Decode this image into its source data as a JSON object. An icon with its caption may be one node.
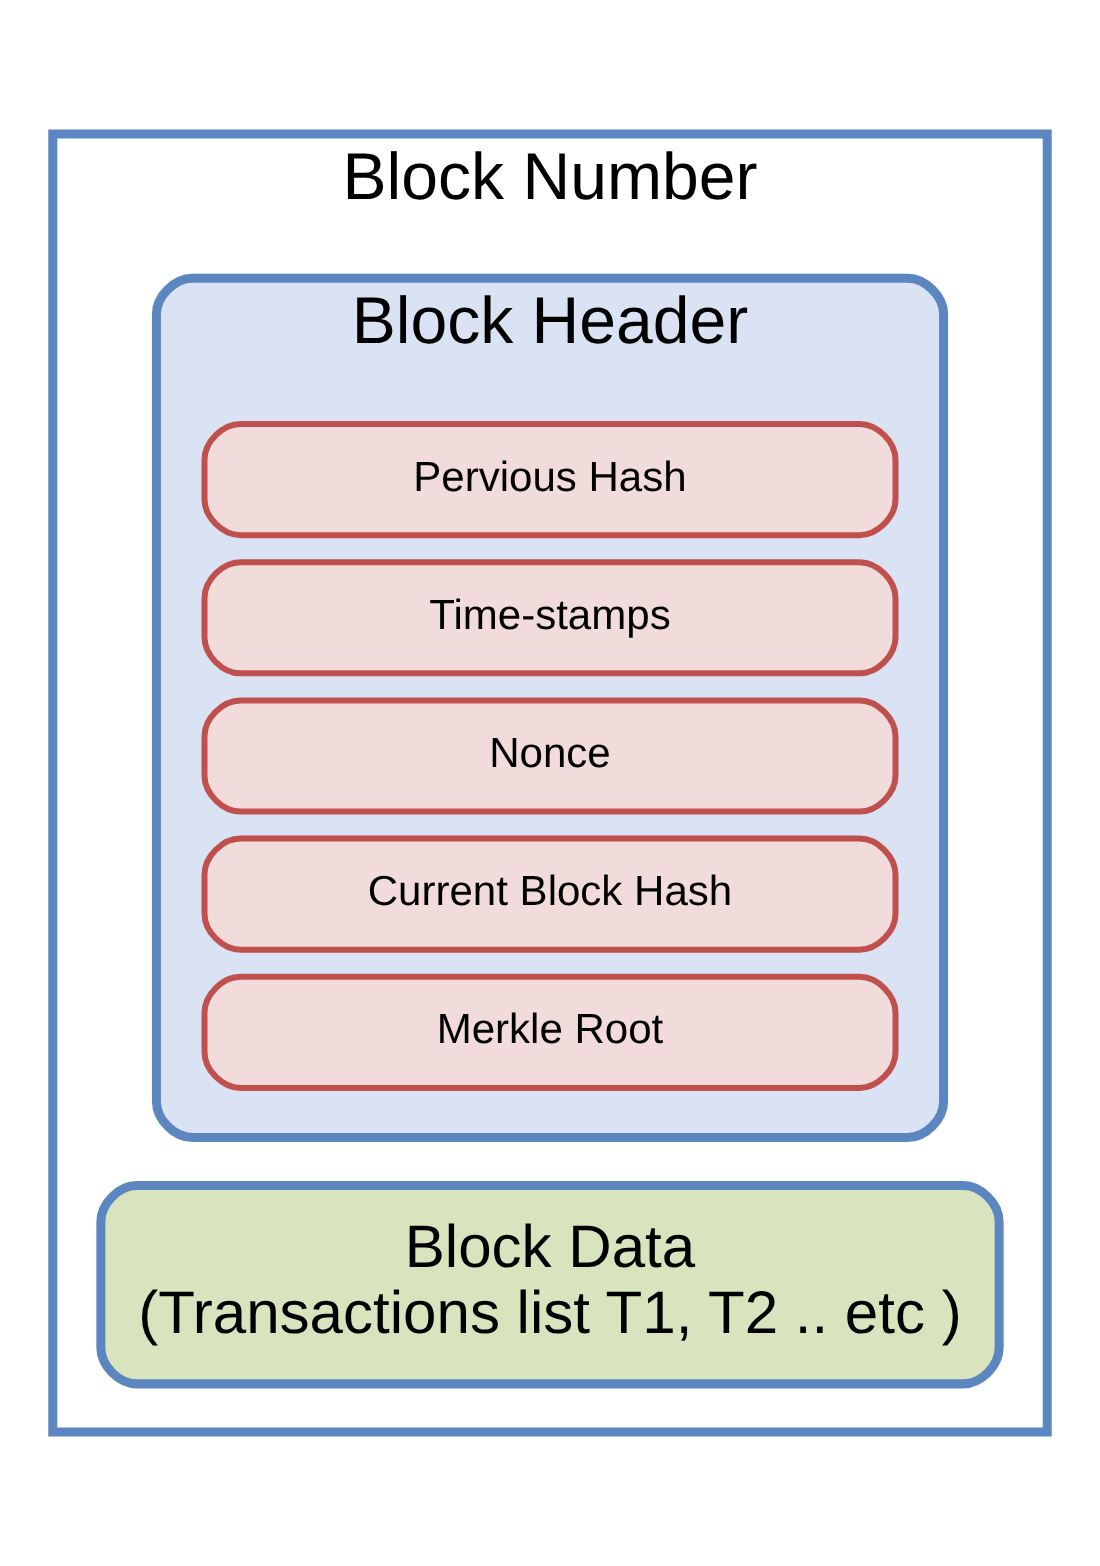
{
  "diagram": {
    "nodes": [
      {
        "text": [
          "Block Number"
        ]
      },
      {
        "text": [
          "Block Header"
        ],
        "in": 0
      },
      {
        "text": [
          "Pervious Hash"
        ],
        "in": 1
      },
      {
        "text": [
          "Time-stamps"
        ],
        "in": 1
      },
      {
        "text": [
          "Nonce"
        ],
        "in": 1
      },
      {
        "text": [
          "Current Block Hash"
        ],
        "in": 1
      },
      {
        "text": [
          "Merkle Root"
        ],
        "in": 1
      },
      {
        "text": [
          "Block Data",
          "(Transactions list T1, T2 .. etc )"
        ],
        "in": 0
      }
    ]
  }
}
